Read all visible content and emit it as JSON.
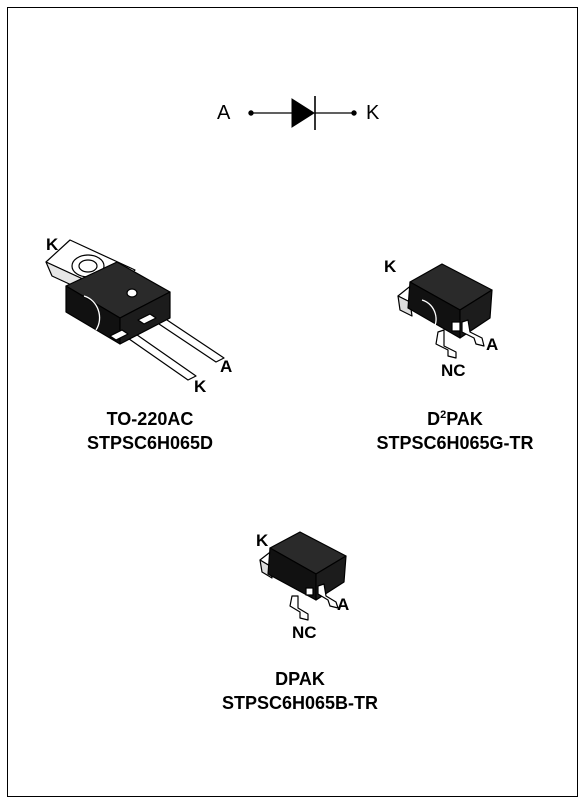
{
  "symbol": {
    "anode": "A",
    "cathode": "K"
  },
  "packages": [
    {
      "name": "TO-220AC",
      "part": "STPSC6H065D",
      "pins": [
        "K",
        "A",
        "K"
      ]
    },
    {
      "name_main": "D",
      "name_sup": "2",
      "name_rest": "PAK",
      "part": "STPSC6H065G-TR",
      "pins": [
        "K",
        "A",
        "NC"
      ]
    },
    {
      "name": "DPAK",
      "part": "STPSC6H065B-TR",
      "pins": [
        "K",
        "A",
        "NC"
      ]
    }
  ]
}
